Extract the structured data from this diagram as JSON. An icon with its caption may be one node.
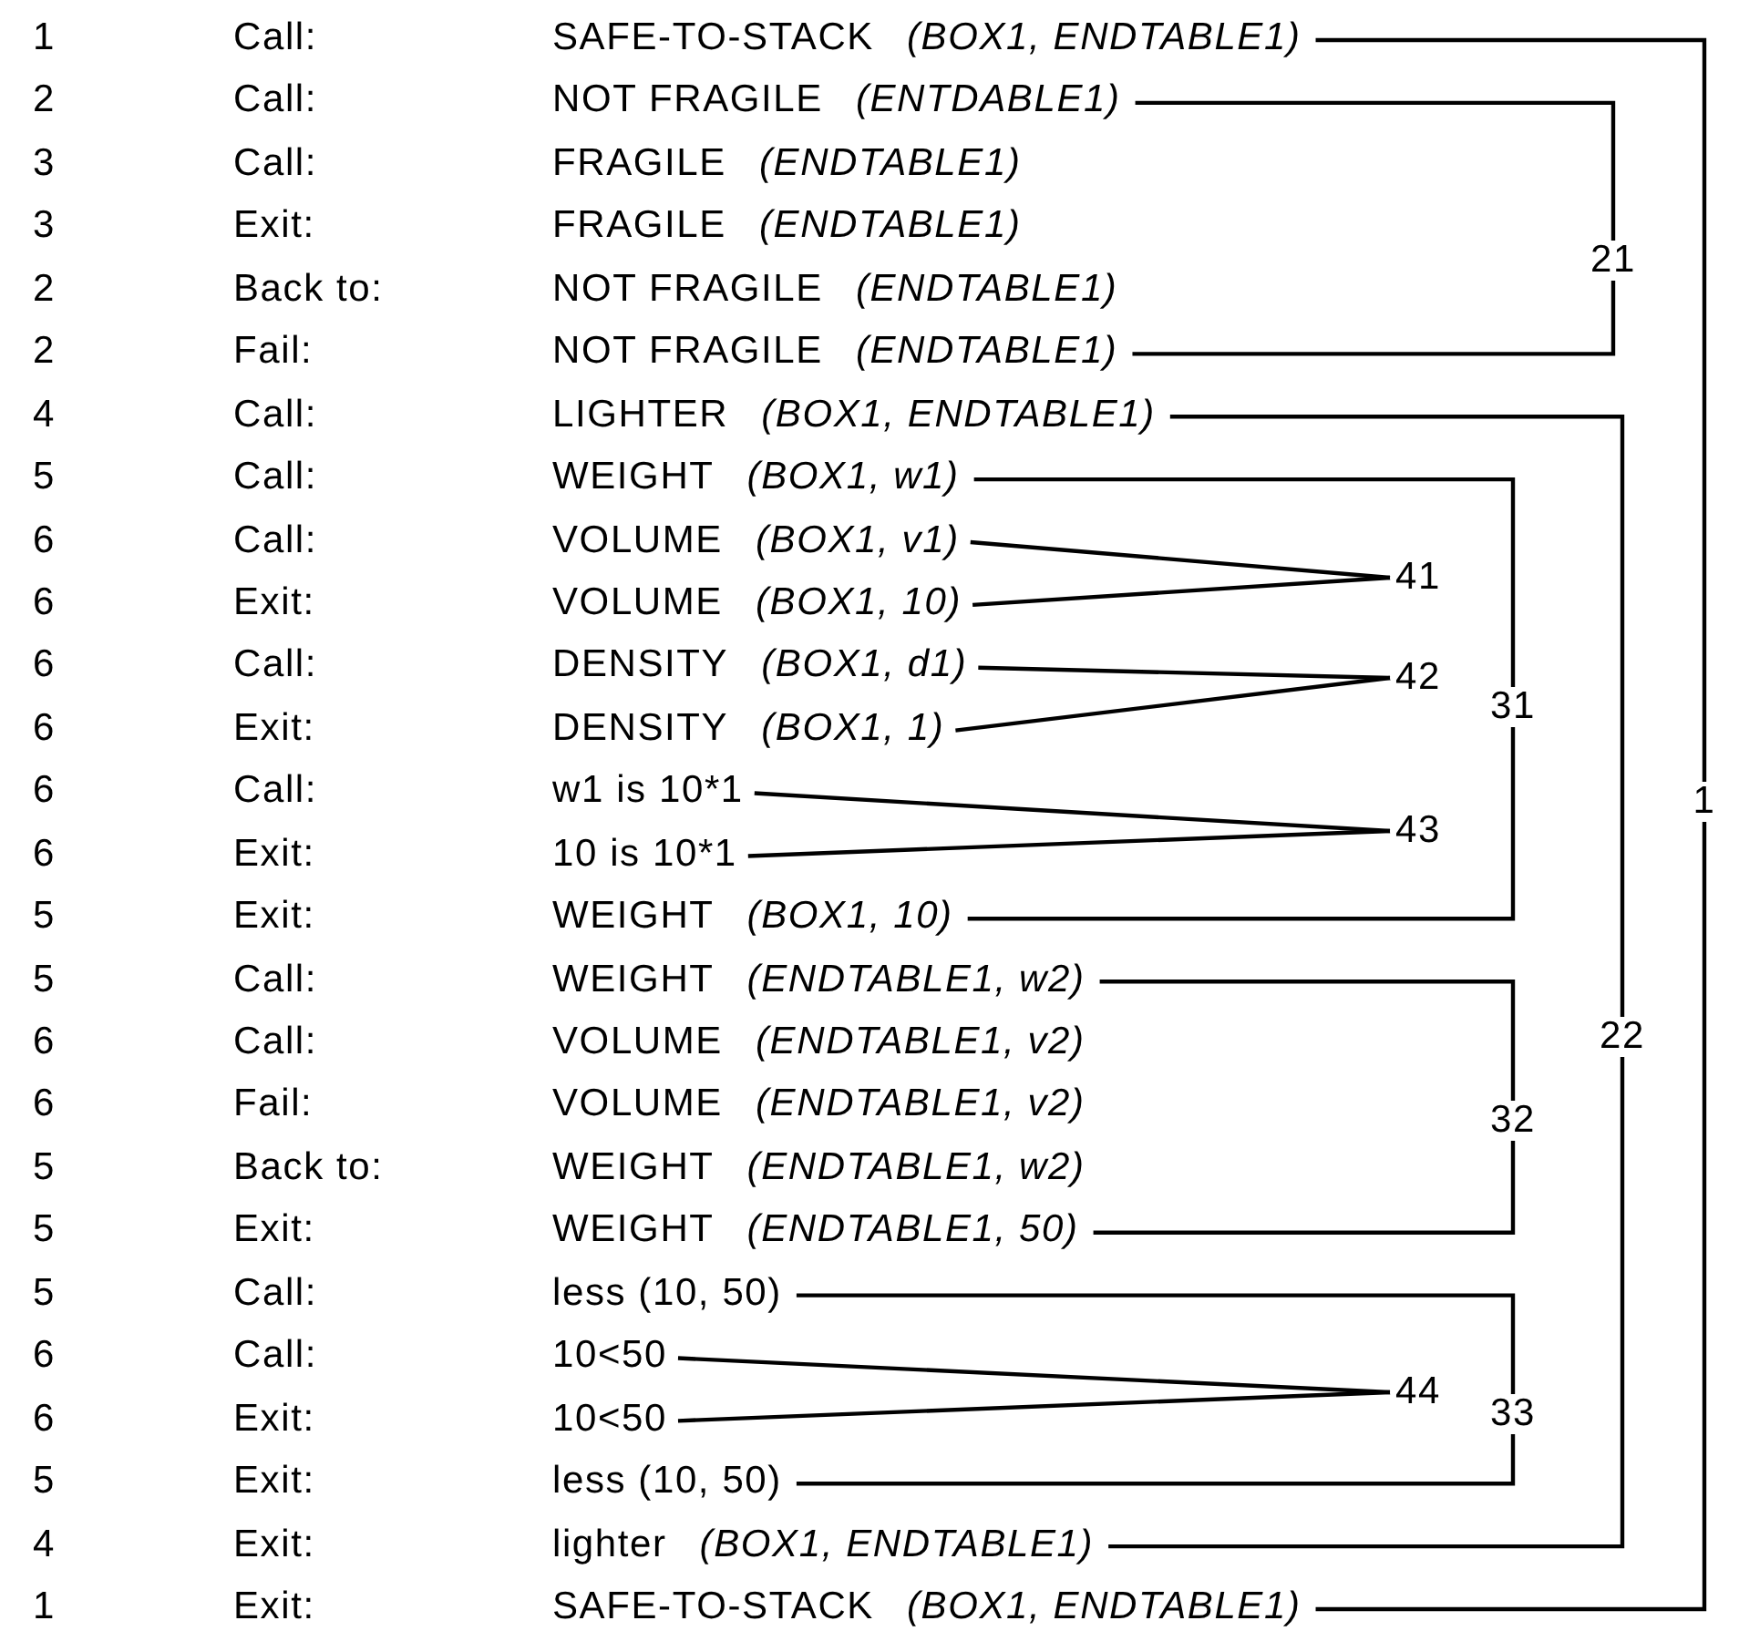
{
  "diagram": {
    "nodes": [
      {
        "text": [
          "SAFE-TO-STACK",
          "(BOX1, ENDTABLE1)"
        ]
      },
      {
        "text": [
          "NOT FRAGILE",
          "(ENTDABLE1)"
        ]
      },
      {
        "text": [
          "FRAGILE",
          "(ENDTABLE1)"
        ]
      },
      {
        "text": [
          "FRAGILE",
          "(ENDTABLE1)"
        ]
      },
      {
        "text": [
          "NOT FRAGILE",
          "(ENDTABLE1)"
        ]
      },
      {
        "text": [
          "NOT FRAGILE",
          "(ENDTABLE1)"
        ]
      },
      {
        "text": [
          "LIGHTER",
          "(BOX1, ENDTABLE1)"
        ]
      },
      {
        "text": [
          "WEIGHT",
          "(BOX1, w1)"
        ]
      },
      {
        "text": [
          "VOLUME",
          "(BOX1, v1)"
        ]
      },
      {
        "text": [
          "VOLUME",
          "(BOX1, 10)"
        ]
      },
      {
        "text": [
          "DENSITY",
          "(BOX1, d1)"
        ]
      },
      {
        "text": [
          "DENSITY",
          "(BOX1, 1)"
        ]
      },
      {
        "text": [
          "w1 is 10*1"
        ]
      },
      {
        "text": [
          "10 is 10*1"
        ]
      },
      {
        "text": [
          "WEIGHT",
          "(BOX1, 10)"
        ]
      },
      {
        "text": [
          "WEIGHT",
          "(ENDTABLE1, w2)"
        ]
      },
      {
        "text": [
          "VOLUME",
          "(ENDTABLE1, v2)"
        ]
      },
      {
        "text": [
          "VOLUME",
          "(ENDTABLE1, v2)"
        ]
      },
      {
        "text": [
          "WEIGHT",
          "(ENDTABLE1, w2)"
        ]
      },
      {
        "text": [
          "WEIGHT",
          "(ENDTABLE1, 50)"
        ]
      },
      {
        "text": [
          "less (10, 50)"
        ]
      },
      {
        "text": [
          "10<50"
        ]
      },
      {
        "text": [
          "10<50"
        ]
      },
      {
        "text": [
          "less (10, 50)"
        ]
      },
      {
        "text": [
          "lighter",
          "(BOX1, ENDTABLE1)"
        ]
      },
      {
        "text": [
          "SAFE-TO-STACK",
          "(BOX1, ENDTABLE1)"
        ]
      },
      {
        "text": [
          "21"
        ]
      },
      {
        "text": [
          "41"
        ]
      },
      {
        "text": [
          "42"
        ]
      },
      {
        "text": [
          "31"
        ]
      },
      {
        "text": [
          "1"
        ]
      },
      {
        "text": [
          "43"
        ]
      },
      {
        "text": [
          "22"
        ]
      },
      {
        "text": [
          "32"
        ]
      },
      {
        "text": [
          "44"
        ]
      },
      {
        "text": [
          "33"
        ]
      }
    ],
    "edges": [
      {
        "from": 0,
        "to": 30,
        "arrow": "none"
      },
      {
        "from": 1,
        "to": 26,
        "arrow": "none"
      },
      {
        "from": 5,
        "to": 26,
        "arrow": "none"
      },
      {
        "from": 6,
        "to": 32,
        "arrow": "none"
      },
      {
        "from": 7,
        "to": 29,
        "arrow": "none"
      },
      {
        "from": 8,
        "to": 27,
        "arrow": "none"
      },
      {
        "from": 9,
        "to": 27,
        "arrow": "none"
      },
      {
        "from": 10,
        "to": 28,
        "arrow": "none"
      },
      {
        "from": 11,
        "to": 28,
        "arrow": "none"
      },
      {
        "from": 12,
        "to": 31,
        "arrow": "none"
      },
      {
        "from": 13,
        "to": 31,
        "arrow": "none"
      },
      {
        "from": 14,
        "to": 29,
        "arrow": "none"
      },
      {
        "from": 15,
        "to": 33,
        "arrow": "none"
      },
      {
        "from": 19,
        "to": 33,
        "arrow": "none"
      },
      {
        "from": 20,
        "to": 35,
        "arrow": "none"
      },
      {
        "from": 21,
        "to": 34,
        "arrow": "none"
      },
      {
        "from": 22,
        "to": 34,
        "arrow": "none"
      },
      {
        "from": 23,
        "to": 35,
        "arrow": "none"
      },
      {
        "from": 24,
        "to": 32,
        "arrow": "none"
      },
      {
        "from": 25,
        "to": 30,
        "arrow": "none"
      }
    ],
    "labels": [
      "1",
      "Call:",
      "2",
      "Call:",
      "3",
      "Call:",
      "3",
      "Exit:",
      "2",
      "Back to:",
      "2",
      "Fail:",
      "4",
      "Call:",
      "5",
      "Call:",
      "6",
      "Call:",
      "6",
      "Exit:",
      "6",
      "Call:",
      "6",
      "Exit:",
      "6",
      "Call:",
      "6",
      "Exit:",
      "5",
      "Exit:",
      "5",
      "Call:",
      "6",
      "Call:",
      "6",
      "Fail:",
      "5",
      "Back to:",
      "5",
      "Exit:",
      "5",
      "Call:",
      "6",
      "Call:",
      "6",
      "Exit:",
      "5",
      "Exit:",
      "4",
      "Exit:",
      "1",
      "Exit:"
    ]
  }
}
